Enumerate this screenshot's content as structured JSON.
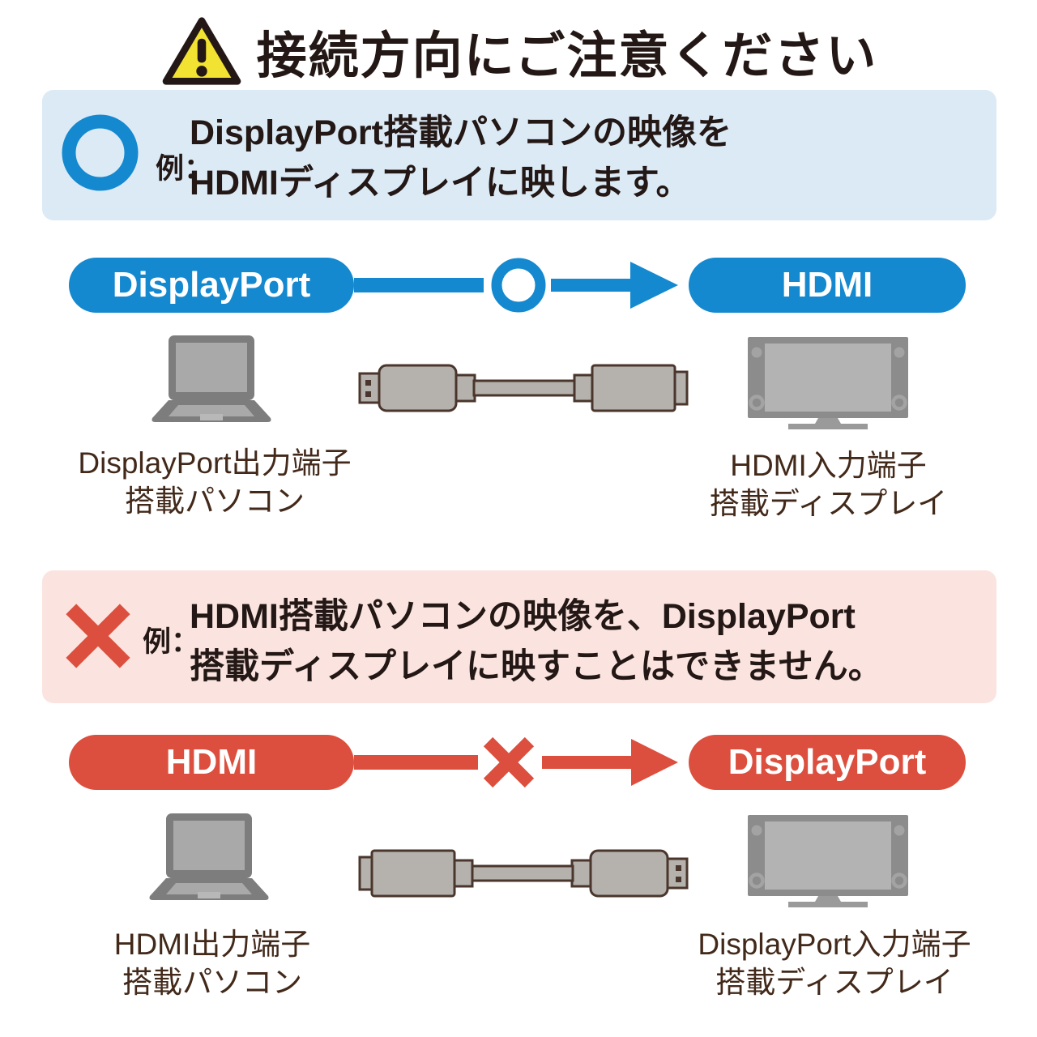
{
  "colors": {
    "blue": "#1489cf",
    "blue_bg": "#dceaf6",
    "red": "#dc4f3e",
    "red_bg": "#fbe4e0",
    "yellow": "#f2e231",
    "ink": "#231815",
    "label": "#42291a"
  },
  "header": {
    "title": "接続方向にご注意ください"
  },
  "good_example": {
    "example_label": "例：",
    "text_line1": "DisplayPort搭載パソコンの映像を",
    "text_line2": "HDMIディスプレイに映します。",
    "flow": {
      "source_label": "DisplayPort",
      "target_label": "HDMI"
    },
    "source_device": {
      "label_line1": "DisplayPort出力端子",
      "label_line2": "搭載パソコン"
    },
    "target_device": {
      "label_line1": "HDMI入力端子",
      "label_line2": "搭載ディスプレイ"
    }
  },
  "bad_example": {
    "example_label": "例：",
    "text_line1": "HDMI搭載パソコンの映像を、DisplayPort",
    "text_line2": "搭載ディスプレイに映すことはできません。",
    "flow": {
      "source_label": "HDMI",
      "target_label": "DisplayPort"
    },
    "source_device": {
      "label_line1": "HDMI出力端子",
      "label_line2": "搭載パソコン"
    },
    "target_device": {
      "label_line1": "DisplayPort入力端子",
      "label_line2": "搭載ディスプレイ"
    }
  }
}
